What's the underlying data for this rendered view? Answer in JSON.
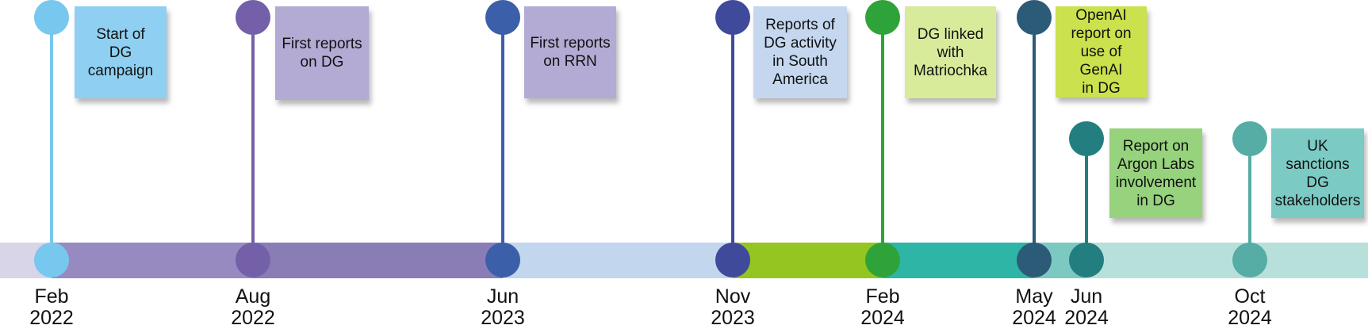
{
  "timeline": {
    "events": [
      {
        "month": "Feb",
        "year": "2022",
        "label": "Start of\nDG\ncampaign",
        "color": "#77c7ef",
        "note_color": "#8fd0f2"
      },
      {
        "month": "Aug",
        "year": "2022",
        "label": "First reports\non DG",
        "color": "#7460a8",
        "note_color": "#b3abd4"
      },
      {
        "month": "Jun",
        "year": "2023",
        "label": "First reports\non RRN",
        "color": "#3c5fa9",
        "note_color": "#b3abd4"
      },
      {
        "month": "Nov",
        "year": "2023",
        "label": "Reports of\nDG activity\nin South\nAmerica",
        "color": "#3f4a9b",
        "note_color": "#c4d7ef"
      },
      {
        "month": "Feb",
        "year": "2024",
        "label": "DG linked\nwith\nMatriochka",
        "color": "#2ea33a",
        "note_color": "#d8eb9b"
      },
      {
        "month": "May",
        "year": "2024",
        "label": "OpenAI\nreport on\nuse of\nGenAI\nin DG",
        "color": "#2c5b78",
        "note_color": "#cbe14d"
      },
      {
        "month": "Jun",
        "year": "2024",
        "label": "Report on\nArgon Labs\ninvolvement\nin DG",
        "color": "#237e80",
        "note_color": "#97d27d"
      },
      {
        "month": "Oct",
        "year": "2024",
        "label": "UK\nsanctions\nDG\nstakeholders",
        "color": "#56ada5",
        "note_color": "#7ccac4"
      }
    ],
    "bar_colors": [
      "#d9d5e8",
      "#968ac0",
      "#8a7db6",
      "#c2d6ee",
      "#95c520",
      "#2fb5a6",
      "#7cc9c1",
      "#b8e0db"
    ]
  }
}
